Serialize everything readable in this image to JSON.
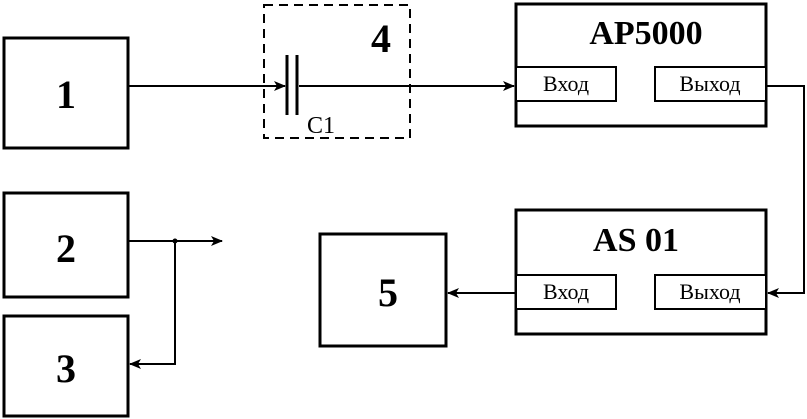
{
  "blocks": {
    "b1": "1",
    "b2": "2",
    "b3": "3",
    "b4": "4",
    "b5": "5"
  },
  "capacitor": {
    "label": "C1"
  },
  "devices": {
    "ap5000": {
      "title": "AP5000",
      "input": "Вход",
      "output": "Выход"
    },
    "as01": {
      "title": "AS 01",
      "input": "Вход",
      "output": "Выход"
    }
  }
}
